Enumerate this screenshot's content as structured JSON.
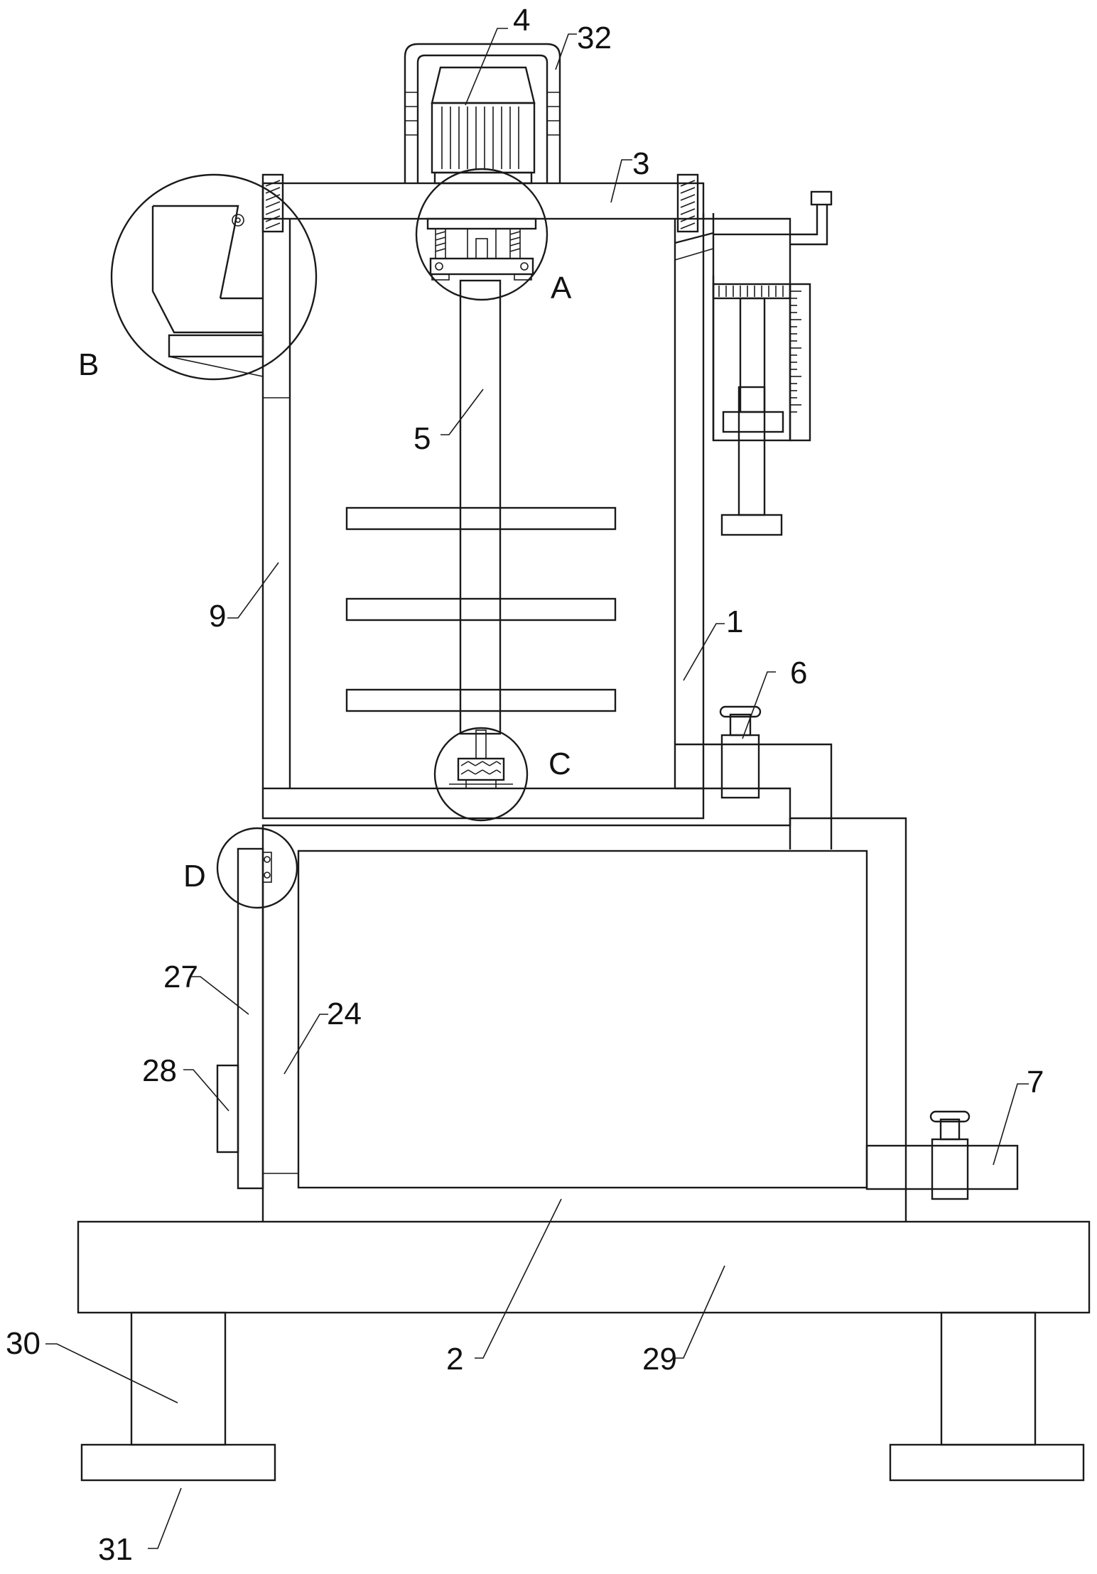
{
  "labels": {
    "l1": "1",
    "l2": "2",
    "l3": "3",
    "l4": "4",
    "l5": "5",
    "l6": "6",
    "l7": "7",
    "l9": "9",
    "l24": "24",
    "l27": "27",
    "l28": "28",
    "l29": "29",
    "l30": "30",
    "l31": "31",
    "l32": "32",
    "lA": "A",
    "lB": "B",
    "lC": "C",
    "lD": "D"
  },
  "colors": {
    "line": "#1a1a1a",
    "background": "#ffffff"
  }
}
